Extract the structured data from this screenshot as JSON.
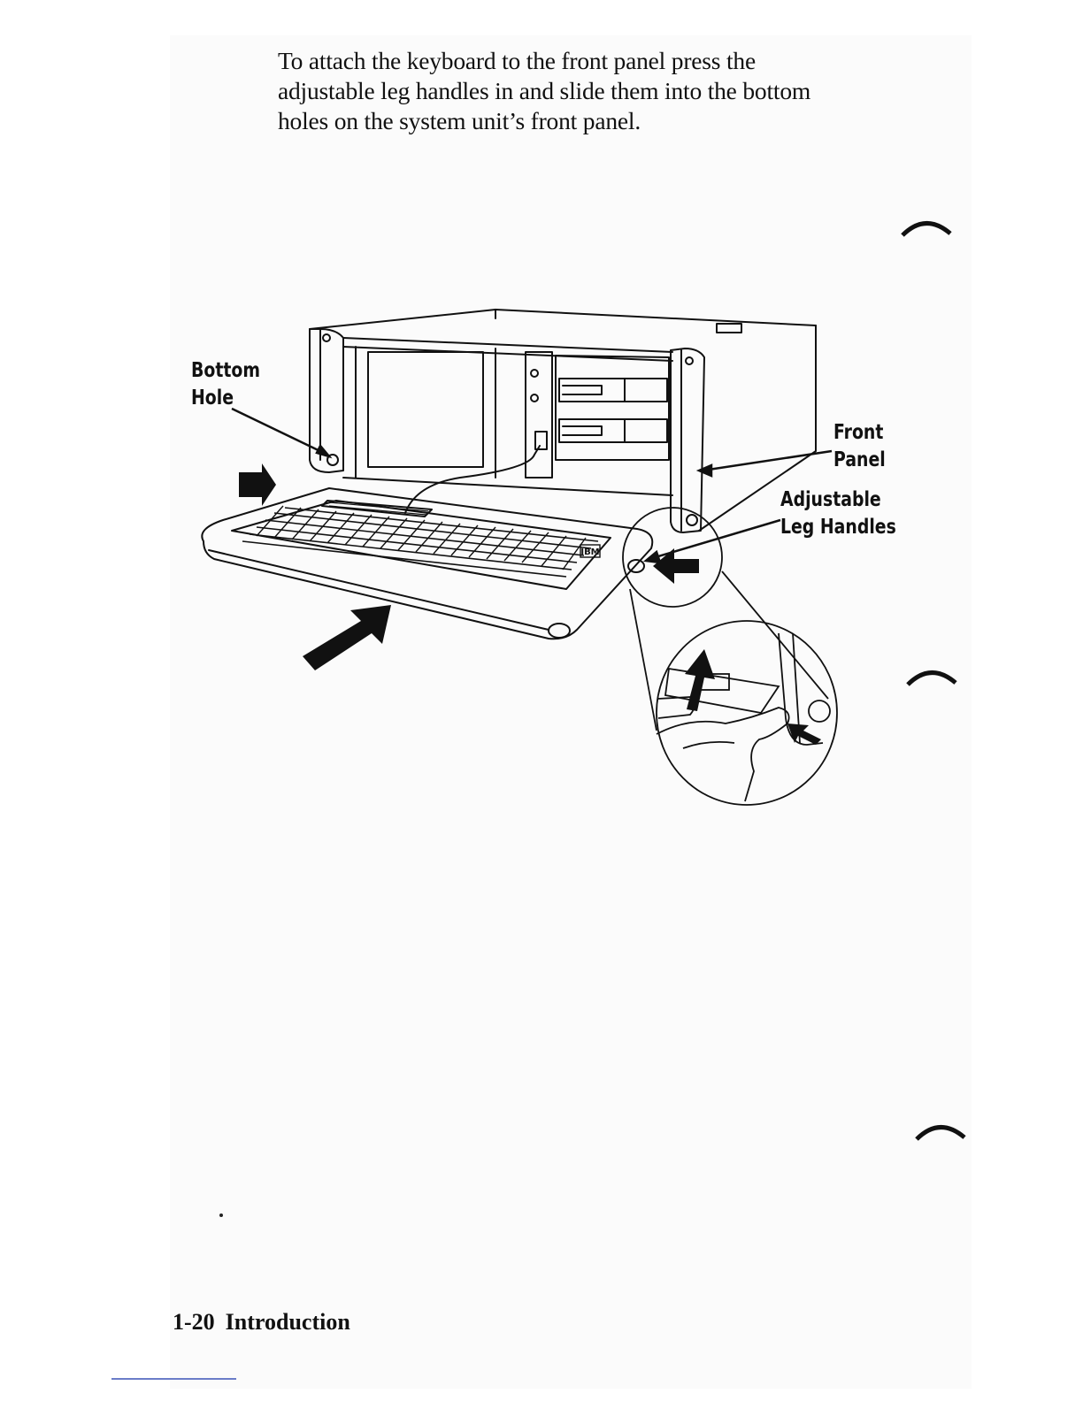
{
  "document": {
    "paragraph_lines": [
      "To attach the keyboard to the front panel press the",
      "adjustable leg handles in and slide them into the bottom",
      "holes on the system unit’s front panel."
    ]
  },
  "figure": {
    "callouts": {
      "bottom_hole": [
        "Bottom",
        "Hole"
      ],
      "front_panel": [
        "Front",
        "Panel"
      ],
      "adjustable_leg_handles": [
        "Adjustable",
        "Leg Handles"
      ]
    },
    "keyboard_logo": "IBM"
  },
  "footer": {
    "page_number": "1-20",
    "section": "Introduction"
  }
}
